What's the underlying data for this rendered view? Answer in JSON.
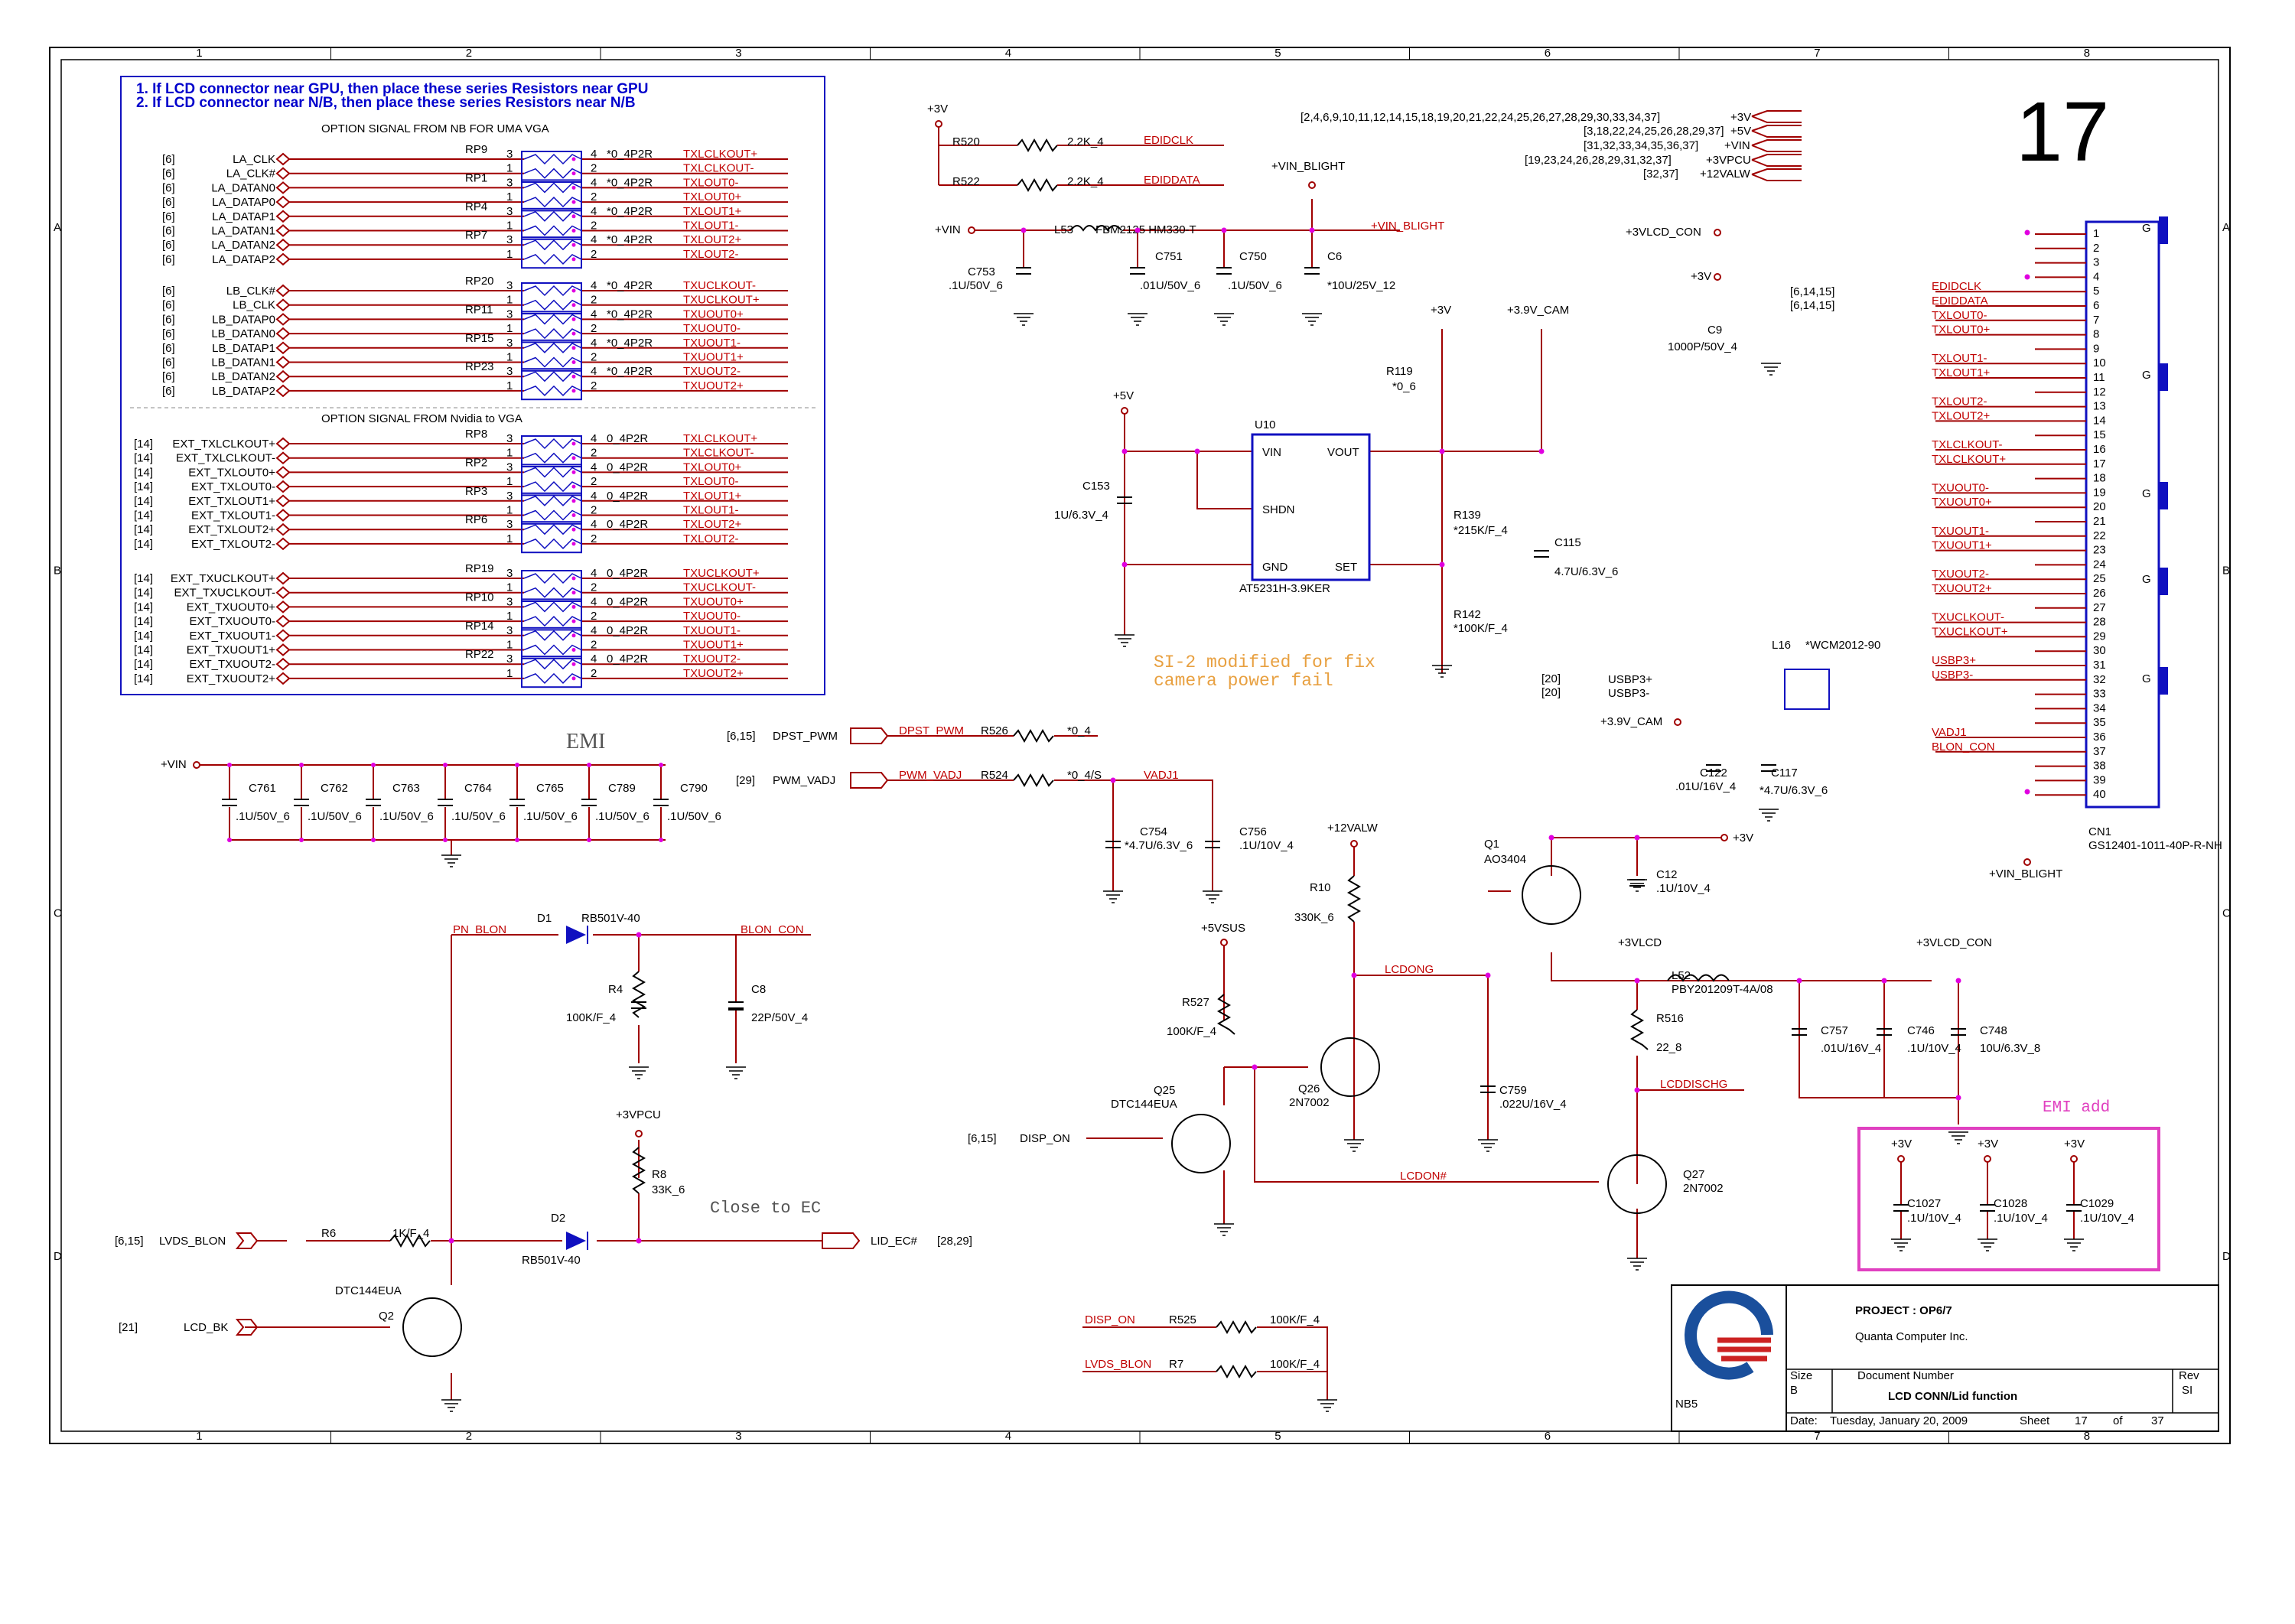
{
  "sheet_number_big": "17",
  "notes": [
    "1. If LCD connector near GPU, then place these series Resistors near GPU",
    "2. If LCD connector near N/B, then place these series Resistors near N/B"
  ],
  "headings": {
    "uma": "OPTION SIGNAL FROM NB FOR UMA VGA",
    "nvidia": "OPTION SIGNAL FROM Nvidia to VGA",
    "emi": "EMI",
    "emi_add": "EMI add",
    "close_to_ec": "Close to EC",
    "si2_line1": "SI-2 modified for fix",
    "si2_line2": "camera power fail"
  },
  "rpack_inputs": [
    [
      "[6]",
      "LA_CLK"
    ],
    [
      "[6]",
      "LA_CLK#"
    ],
    [
      "[6]",
      "LA_DATAN0"
    ],
    [
      "[6]",
      "LA_DATAP0"
    ],
    [
      "[6]",
      "LA_DATAP1"
    ],
    [
      "[6]",
      "LA_DATAN1"
    ],
    [
      "[6]",
      "LA_DATAN2"
    ],
    [
      "[6]",
      "LA_DATAP2"
    ],
    [
      "[6]",
      "LB_CLK#"
    ],
    [
      "[6]",
      "LB_CLK"
    ],
    [
      "[6]",
      "LB_DATAP0"
    ],
    [
      "[6]",
      "LB_DATAN0"
    ],
    [
      "[6]",
      "LB_DATAP1"
    ],
    [
      "[6]",
      "LB_DATAN1"
    ],
    [
      "[6]",
      "LB_DATAN2"
    ],
    [
      "[6]",
      "LB_DATAP2"
    ],
    [
      "[14]",
      "EXT_TXLCLKOUT+"
    ],
    [
      "[14]",
      "EXT_TXLCLKOUT-"
    ],
    [
      "[14]",
      "EXT_TXLOUT0+"
    ],
    [
      "[14]",
      "EXT_TXLOUT0-"
    ],
    [
      "[14]",
      "EXT_TXLOUT1+"
    ],
    [
      "[14]",
      "EXT_TXLOUT1-"
    ],
    [
      "[14]",
      "EXT_TXLOUT2+"
    ],
    [
      "[14]",
      "EXT_TXLOUT2-"
    ],
    [
      "[14]",
      "EXT_TXUCLKOUT+"
    ],
    [
      "[14]",
      "EXT_TXUCLKOUT-"
    ],
    [
      "[14]",
      "EXT_TXUOUT0+"
    ],
    [
      "[14]",
      "EXT_TXUOUT0-"
    ],
    [
      "[14]",
      "EXT_TXUOUT1-"
    ],
    [
      "[14]",
      "EXT_TXUOUT1+"
    ],
    [
      "[14]",
      "EXT_TXUOUT2-"
    ],
    [
      "[14]",
      "EXT_TXUOUT2+"
    ]
  ],
  "rpack_outputs": [
    "TXLCLKOUT+",
    "TXLCLKOUT-",
    "TXLOUT0-",
    "TXLOUT0+",
    "TXLOUT1+",
    "TXLOUT1-",
    "TXLOUT2+",
    "TXLOUT2-",
    "TXUCLKOUT-",
    "TXUCLKOUT+",
    "TXUOUT0+",
    "TXUOUT0-",
    "TXUOUT1-",
    "TXUOUT1+",
    "TXUOUT2-",
    "TXUOUT2+",
    "TXLCLKOUT+",
    "TXLCLKOUT-",
    "TXLOUT0+",
    "TXLOUT0-",
    "TXLOUT1+",
    "TXLOUT1-",
    "TXLOUT2+",
    "TXLOUT2-",
    "TXUCLKOUT+",
    "TXUCLKOUT-",
    "TXUOUT0+",
    "TXUOUT0-",
    "TXUOUT1-",
    "TXUOUT1+",
    "TXUOUT2-",
    "TXUOUT2+"
  ],
  "rpacks": [
    {
      "ref": "RP9",
      "val": "*0_4P2R"
    },
    {
      "ref": "RP1",
      "val": "*0_4P2R"
    },
    {
      "ref": "RP4",
      "val": "*0_4P2R"
    },
    {
      "ref": "RP7",
      "val": "*0_4P2R"
    },
    {
      "ref": "RP20",
      "val": "*0_4P2R"
    },
    {
      "ref": "RP11",
      "val": "*0_4P2R"
    },
    {
      "ref": "RP15",
      "val": "*0_4P2R"
    },
    {
      "ref": "RP23",
      "val": "*0_4P2R"
    },
    {
      "ref": "RP8",
      "val": "0_4P2R"
    },
    {
      "ref": "RP2",
      "val": "0_4P2R"
    },
    {
      "ref": "RP3",
      "val": "0_4P2R"
    },
    {
      "ref": "RP6",
      "val": "0_4P2R"
    },
    {
      "ref": "RP19",
      "val": "0_4P2R"
    },
    {
      "ref": "RP10",
      "val": "0_4P2R"
    },
    {
      "ref": "RP14",
      "val": "0_4P2R"
    },
    {
      "ref": "RP22",
      "val": "0_4P2R"
    }
  ],
  "pin_nums": {
    "p1": "1",
    "p2": "2",
    "p3": "3",
    "p4": "4",
    "p5": "5"
  },
  "rails": {
    "p3v": "+3V",
    "p5v": "+5V",
    "vin": "+VIN",
    "vin_blight": "+VIN_BLIGHT",
    "p3v9cam": "+3.9V_CAM",
    "p3vlcd_con": "+3VLCD_CON",
    "p3vlcd": "+3VLCD",
    "p12valw": "+12VALW",
    "p5vsus": "+5VSUS",
    "p3vpcu": "+3VPCU"
  },
  "edid": {
    "r520": "R520",
    "r520_val": "2.2K_4",
    "r522": "R522",
    "r522_val": "2.2K_4",
    "edidclk": "EDIDCLK",
    "ediddata": "EDIDDATA",
    "edid_ref": "[6,14,15]"
  },
  "vin_filter": {
    "l53": "L53",
    "l53_val": "FBM2125 HM330-T",
    "c753": "C753",
    "c753_val": ".1U/50V_6",
    "c751": "C751",
    "c751_val": ".01U/50V_6",
    "c750": "C750",
    "c750_val": ".1U/50V_6",
    "c6": "C6",
    "c6_val": "*10U/25V_12"
  },
  "power_legend": [
    {
      "refs": "[2,4,6,9,10,11,12,14,15,18,19,20,21,22,24,25,26,27,28,29,30,33,34,37]",
      "rail": "+3V"
    },
    {
      "refs": "[3,18,22,24,25,26,28,29,37]",
      "rail": "+5V"
    },
    {
      "refs": "[31,32,33,34,35,36,37]",
      "rail": "+VIN"
    },
    {
      "refs": "[19,23,24,26,28,29,31,32,37]",
      "rail": "+3VPCU"
    },
    {
      "refs": "[32,37]",
      "rail": "+12VALW"
    }
  ],
  "regulator": {
    "u10": "U10",
    "part": "AT5231H-3.9KER",
    "vin": "VIN",
    "vout": "VOUT",
    "shdn": "SHDN",
    "gnd": "GND",
    "set": "SET",
    "c153": "C153",
    "c153_val": "1U/6.3V_4",
    "r119": "R119",
    "r119_val": "*0_6",
    "r139": "R139",
    "r139_val": "*215K/F_4",
    "r142": "R142",
    "r142_val": "*100K/F_4",
    "c115": "C115",
    "c115_val": "4.7U/6.3V_6",
    "ref20a": "[20]",
    "ref20b": "[20]"
  },
  "connector": {
    "cn1": "CN1",
    "part": "GS12401-1011-40P-R-NH",
    "g": "G",
    "pins": [
      "1",
      "2",
      "3",
      "4",
      "5",
      "6",
      "7",
      "8",
      "9",
      "10",
      "11",
      "12",
      "13",
      "14",
      "15",
      "16",
      "17",
      "18",
      "19",
      "20",
      "21",
      "22",
      "23",
      "24",
      "25",
      "26",
      "27",
      "28",
      "29",
      "30",
      "31",
      "32",
      "33",
      "34",
      "35",
      "36",
      "37",
      "38",
      "39",
      "40"
    ],
    "sigs": [
      "",
      "",
      "",
      "",
      "EDIDCLK",
      "EDIDDATA",
      "TXLOUT0-",
      "TXLOUT0+",
      "",
      "TXLOUT1-",
      "TXLOUT1+",
      "",
      "TXLOUT2-",
      "TXLOUT2+",
      "",
      "TXLCLKOUT-",
      "TXLCLKOUT+",
      "",
      "TXUOUT0-",
      "TXUOUT0+",
      "",
      "TXUOUT1-",
      "TXUOUT1+",
      "",
      "TXUOUT2-",
      "TXUOUT2+",
      "",
      "TXUCLKOUT-",
      "TXUCLKOUT+",
      "",
      "USBP3+",
      "USBP3-",
      "",
      "",
      "",
      "VADJ1",
      "BLON_CON",
      "",
      "",
      ""
    ],
    "c9": "C9",
    "c9_val": "1000P/50V_4",
    "l16": "L16",
    "l16_val": "*WCM2012-90",
    "usbp3p": "USBP3+",
    "usbp3n": "USBP3-",
    "usb_ref": "[20]",
    "c122": "C122",
    "c122_val": ".01U/16V_4",
    "c117": "C117",
    "c117_val": "*4.7U/6.3V_6"
  },
  "emi_caps": [
    {
      "ref": "C761",
      "val": ".1U/50V_6"
    },
    {
      "ref": "C762",
      "val": ".1U/50V_6"
    },
    {
      "ref": "C763",
      "val": ".1U/50V_6"
    },
    {
      "ref": "C764",
      "val": ".1U/50V_6"
    },
    {
      "ref": "C765",
      "val": ".1U/50V_6"
    },
    {
      "ref": "C789",
      "val": ".1U/50V_6"
    },
    {
      "ref": "C790",
      "val": ".1U/50V_6"
    }
  ],
  "pwm": {
    "dpst_ref": "[6,15]",
    "dpst": "DPST_PWM",
    "r526": "R526",
    "r526_val": "*0_4",
    "vadj_ref": "[29]",
    "pwm_vadj": "PWM_VADJ",
    "r524": "R524",
    "r524_val": "*0_4/S",
    "vadj1": "VADJ1",
    "c754": "C754",
    "c754_val": "*4.7U/6.3V_6",
    "c756": "C756",
    "c756_val": ".1U/10V_4"
  },
  "blon": {
    "d1": "D1",
    "d1_val": "RB501V-40",
    "pn_blon": "PN_BLON",
    "blon_con": "BLON_CON",
    "r4": "R4",
    "r4_val": "100K/F_4",
    "c8": "C8",
    "c8_val": "22P/50V_4",
    "r8": "R8",
    "r8_val": "33K_6",
    "d2": "D2",
    "d2_val": "RB501V-40",
    "lid_ec": "LID_EC#",
    "lid_ref": "[28,29]",
    "lvds_ref": "[6,15]",
    "lvds_blon": "LVDS_BLON",
    "r6": "R6",
    "r6_val": "1K/F_4",
    "q2": "Q2",
    "q2_val": "DTC144EUA",
    "lcd_bk_ref": "[21]",
    "lcd_bk": "LCD_BK"
  },
  "lcd_power": {
    "r10": "R10",
    "r10_val": "330K_6",
    "lcdong": "LCDONG",
    "r527": "R527",
    "r527_val": "100K/F_4",
    "q25": "Q25",
    "q25_val": "DTC144EUA",
    "q26": "Q26",
    "q26_val": "2N7002",
    "disp_ref": "[6,15]",
    "disp_on": "DISP_ON",
    "q1": "Q1",
    "q1_val": "AO3404",
    "c12": "C12",
    "c12_val": ".1U/10V_4",
    "c759": "C759",
    "c759_val": ".022U/16V_4",
    "lcdon": "LCDON#",
    "l52": "L52",
    "l52_val": "PBY201209T-4A/08",
    "r516": "R516",
    "r516_val": "22_8",
    "lcddischg": "LCDDISCHG",
    "q27": "Q27",
    "q27_val": "2N7002",
    "c757": "C757",
    "c757_val": ".01U/16V_4",
    "c746": "C746",
    "c746_val": ".1U/10V_4",
    "c748": "C748",
    "c748_val": "10U/6.3V_8"
  },
  "emi_add_caps": [
    {
      "ref": "C1027",
      "val": ".1U/10V_4"
    },
    {
      "ref": "C1028",
      "val": ".1U/10V_4"
    },
    {
      "ref": "C1029",
      "val": ".1U/10V_4"
    }
  ],
  "bottom_resistors": {
    "disp_on": "DISP_ON",
    "r525": "R525",
    "r525_val": "100K/F_4",
    "lvds_blon": "LVDS_BLON",
    "r7": "R7",
    "r7_val": "100K/F_4"
  },
  "title_block": {
    "project": "PROJECT : OP6/7",
    "company": "Quanta Computer Inc.",
    "logo_label": "NB5",
    "size_label": "Size",
    "size": "B",
    "docnum_label": "Document Number",
    "doc_title": "LCD CONN/Lid function",
    "rev_label": "Rev",
    "rev": "SI",
    "date_label": "Date:",
    "date": "Tuesday, January 20, 2009",
    "sheet_label": "Sheet",
    "sheet": "17",
    "of_label": "of",
    "total": "37"
  },
  "zone_cols": [
    "1",
    "2",
    "3",
    "4",
    "5",
    "6",
    "7",
    "8"
  ],
  "zone_rows": [
    "A",
    "B",
    "C",
    "D"
  ],
  "colors": {
    "wire": "#a00000",
    "net_label": "#c00000",
    "note_box": "#1010c0",
    "junction": "#e000e0",
    "emi_box": "#e040c0",
    "logo_blue": "#1a4f9c",
    "logo_red": "#cc2222"
  }
}
